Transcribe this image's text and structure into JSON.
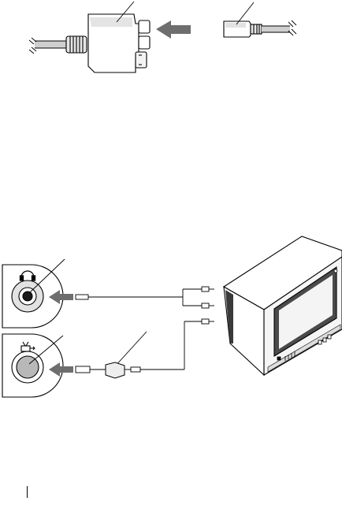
{
  "figures": [
    {
      "id": "adapter-connection",
      "parts": [
        "adapter",
        "arrow",
        "cable-plug",
        "cable",
        "callout-lines"
      ]
    },
    {
      "id": "tv-audio-video-connection",
      "parts": [
        "headphone-jack",
        "headphone-icon",
        "tv-out-jack",
        "tv-out-icon",
        "audio-cable",
        "video-cable",
        "splitter-adapter",
        "rca-plugs",
        "television",
        "callout-lines",
        "arrows"
      ]
    }
  ],
  "icons": {
    "headphone": "headphone-icon",
    "tv_out": "tv-out-icon"
  },
  "colors": {
    "line": "#000000",
    "arrow": "#707070",
    "cable_fill": "#d4d4d4",
    "jack_ring": "#e0e0e0",
    "tv_face": "#f2f2f2",
    "tv_screen_dark": "#4a4a4a"
  }
}
